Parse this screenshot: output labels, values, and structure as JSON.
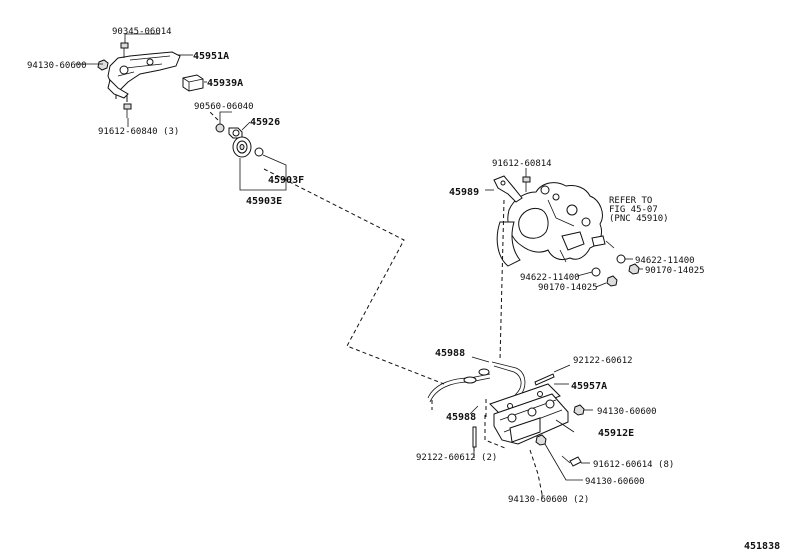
{
  "diagram_id": "451838",
  "labels": {
    "l_90345": "90345-06014",
    "l_45951A": "45951A",
    "l_94130_top": "94130-60600",
    "l_45939A": "45939A",
    "l_90560": "90560-06040",
    "l_45926": "45926",
    "l_91612_60840": "91612-60840 (3)",
    "l_45903F": "45903F",
    "l_45903E": "45903E",
    "l_91612_60814": "91612-60814",
    "l_45989": "45989",
    "l_refer1": "REFER TO",
    "l_refer2": "FIG 45-07",
    "l_refer3": "(PNC 45910)",
    "l_94622_right": "94622-11400",
    "l_90170_right": "90170-14025",
    "l_94622_left": "94622-11400",
    "l_90170_left": "90170-14025",
    "l_45988_top": "45988",
    "l_92122_top": "92122-60612",
    "l_45957A": "45957A",
    "l_45988_bot": "45988",
    "l_94130_mid": "94130-60600",
    "l_45912E": "45912E",
    "l_92122_bot": "92122-60612 (2)",
    "l_91612_60614": "91612-60614 (8)",
    "l_94130_low": "94130-60600",
    "l_94130_bot": "94130-60600 (2)",
    "l_id": "451838"
  }
}
